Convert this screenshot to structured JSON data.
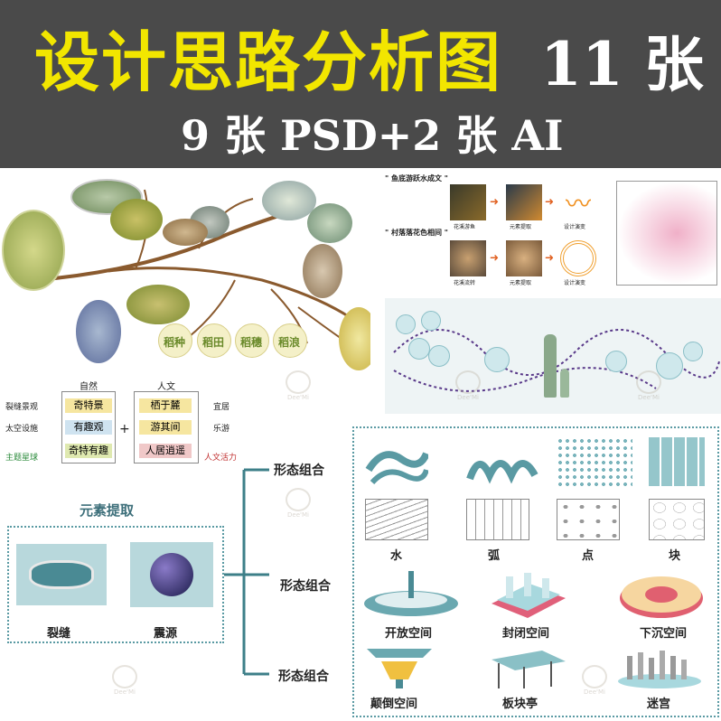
{
  "banner": {
    "title": "设计思路分析图",
    "count": "11 张",
    "subtitle": "9 张 PSD+2 张 AI"
  },
  "rice_map": {
    "labels": [
      "稻种",
      "稻田",
      "稻穗",
      "稻浪"
    ]
  },
  "fish_diagram": {
    "heading1": "\" 鱼底游跃水成文 \"",
    "heading2": "\" 村落落花色相间 \"",
    "captions_row1": [
      "花溪游鱼",
      "元素提取",
      "设计演变"
    ],
    "captions_row2": [
      "花溪流转",
      "元素提取",
      "设计演变"
    ]
  },
  "nature_culture": {
    "col_nature": "自然",
    "col_culture": "人文",
    "nature_boxes": [
      "奇特景",
      "有趣观",
      "奇特有趣"
    ],
    "culture_boxes": [
      "栖于麓",
      "游其间",
      "人居逍遥"
    ],
    "left_labels": [
      "裂缝景观",
      "太空设施",
      "主题星球"
    ],
    "right_labels": [
      "宜居",
      "乐游",
      "人文活力"
    ],
    "plus": "+"
  },
  "elements": {
    "title": "元素提取",
    "items": [
      "裂缝",
      "震源"
    ]
  },
  "form_groups": [
    "形态组合",
    "形态组合",
    "形态组合"
  ],
  "shapes_row": [
    "水",
    "弧",
    "点",
    "块"
  ],
  "spaces_row1": [
    "开放空间",
    "封闭空间",
    "下沉空间"
  ],
  "spaces_row2": [
    "颠倒空间",
    "板块亭",
    "迷宫"
  ],
  "watermark": "Dee'Mi",
  "colors": {
    "banner_bg": "#4a4a4a",
    "title_yellow": "#f2e600",
    "teal": "#5a9aa3",
    "dark_teal": "#3d7f88"
  }
}
